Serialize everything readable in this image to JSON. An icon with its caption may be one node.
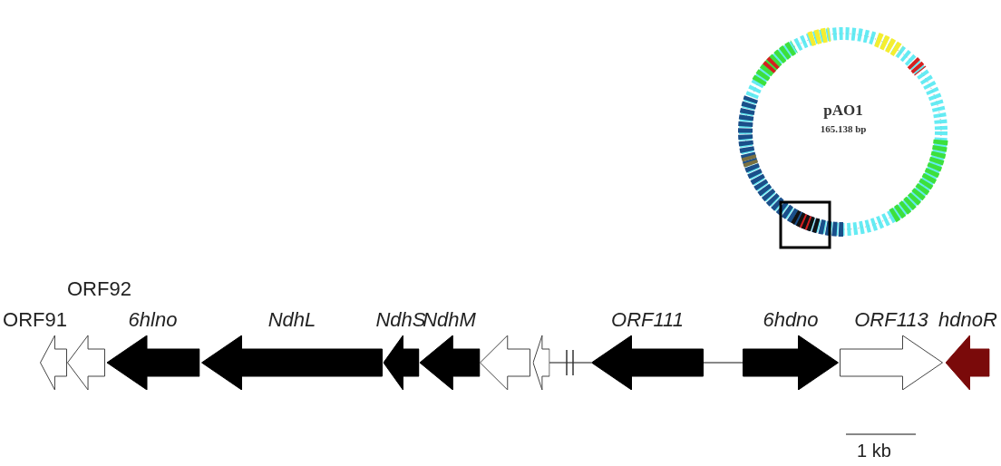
{
  "diagram": {
    "nodes": [
      {
        "text": [
          "pAO1",
          "165.138 bp"
        ]
      },
      {
        "text": [
          "ORF91"
        ]
      },
      {
        "text": [
          "ORF92"
        ]
      },
      {
        "text": [
          "6hlno"
        ]
      },
      {
        "text": [
          "NdhL"
        ]
      },
      {
        "text": [
          "NdhS"
        ]
      },
      {
        "text": [
          "NdhM"
        ]
      },
      {
        "text": [],
        "shape": "arrow"
      },
      {
        "text": [],
        "shape": "arrow"
      },
      {
        "text": [
          "ORF111"
        ]
      },
      {
        "text": [
          "6hdno"
        ]
      },
      {
        "text": [
          "ORF113"
        ]
      },
      {
        "text": [
          "hdnoR"
        ]
      }
    ],
    "edges": [
      {
        "from": 8,
        "to": 9,
        "arrow": "none"
      },
      {
        "from": 9,
        "to": 10,
        "arrow": "none"
      }
    ],
    "labels": [
      "1 kb"
    ]
  }
}
